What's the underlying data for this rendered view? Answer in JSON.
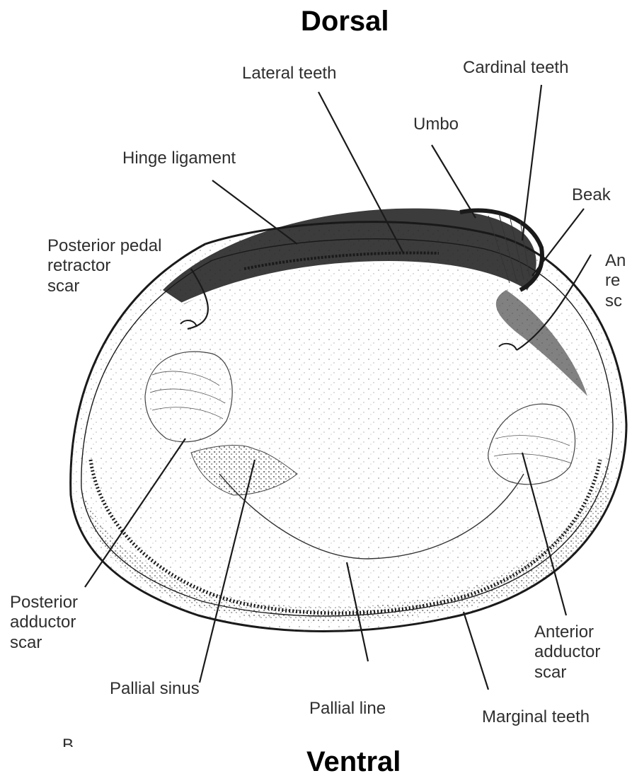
{
  "figure": {
    "orientation": {
      "top": "Dorsal",
      "bottom": "Ventral"
    },
    "labels": {
      "lateral_teeth": "Lateral teeth",
      "cardinal_teeth": "Cardinal teeth",
      "umbo": "Umbo",
      "hinge_ligament": "Hinge ligament",
      "beak": "Beak",
      "posterior_pedal_retractor_scar": "Posterior pedal\nretractor\nscar",
      "anterior_retractor_scar_partial": "An\nre\nsc",
      "posterior_adductor_scar": "Posterior\nadductor\nscar",
      "pallial_sinus": "Pallial sinus",
      "pallial_line": "Pallial line",
      "marginal_teeth": "Marginal teeth",
      "anterior_adductor_scar": "Anterior\nadductor\nscar",
      "panel_letter_partial": "B"
    },
    "colors": {
      "ink": "#1a1a1a",
      "label_text": "#2f2f2f",
      "background": "#ffffff"
    }
  }
}
